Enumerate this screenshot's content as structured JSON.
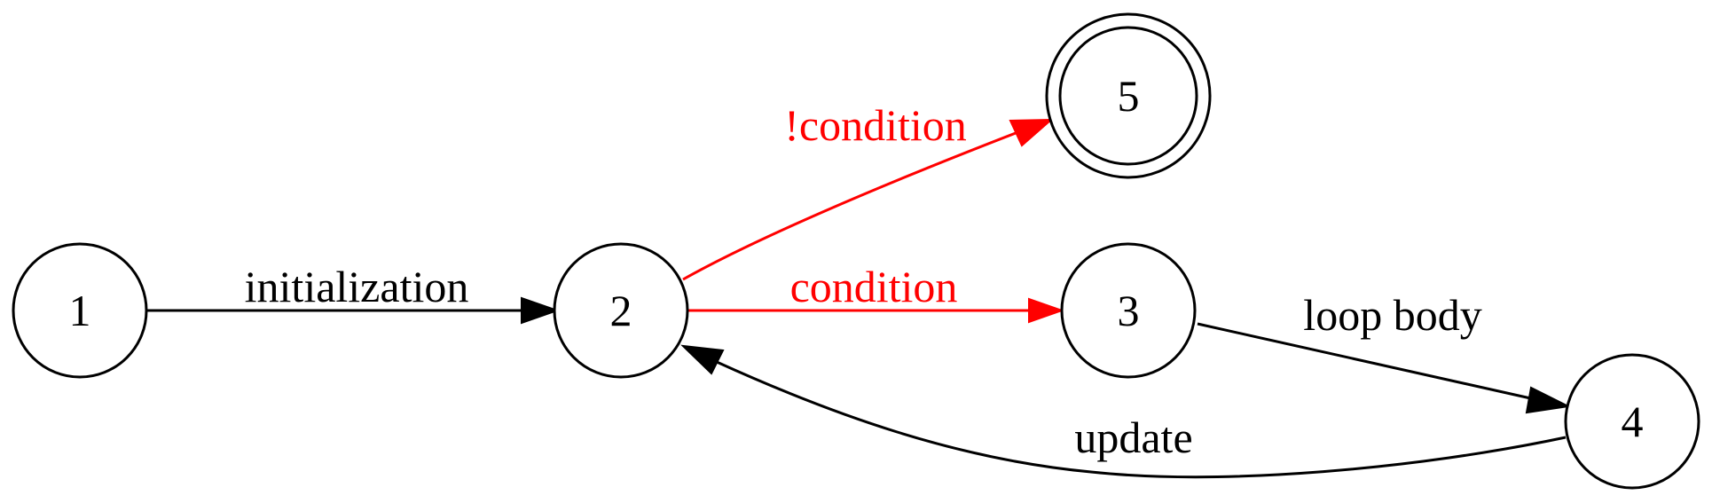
{
  "diagram": {
    "nodes": [
      {
        "id": "n1",
        "label": "1",
        "accepting": false
      },
      {
        "id": "n2",
        "label": "2",
        "accepting": false
      },
      {
        "id": "n3",
        "label": "3",
        "accepting": false
      },
      {
        "id": "n4",
        "label": "4",
        "accepting": false
      },
      {
        "id": "n5",
        "label": "5",
        "accepting": true
      }
    ],
    "edges": [
      {
        "id": "e12",
        "from": "1",
        "to": "2",
        "label": "initialization",
        "color": "#000000"
      },
      {
        "id": "e25",
        "from": "2",
        "to": "5",
        "label": "!condition",
        "color": "#ff0000"
      },
      {
        "id": "e23",
        "from": "2",
        "to": "3",
        "label": "condition",
        "color": "#ff0000"
      },
      {
        "id": "e34",
        "from": "3",
        "to": "4",
        "label": "loop body",
        "color": "#000000"
      },
      {
        "id": "e42",
        "from": "4",
        "to": "2",
        "label": "update",
        "color": "#000000"
      }
    ]
  }
}
